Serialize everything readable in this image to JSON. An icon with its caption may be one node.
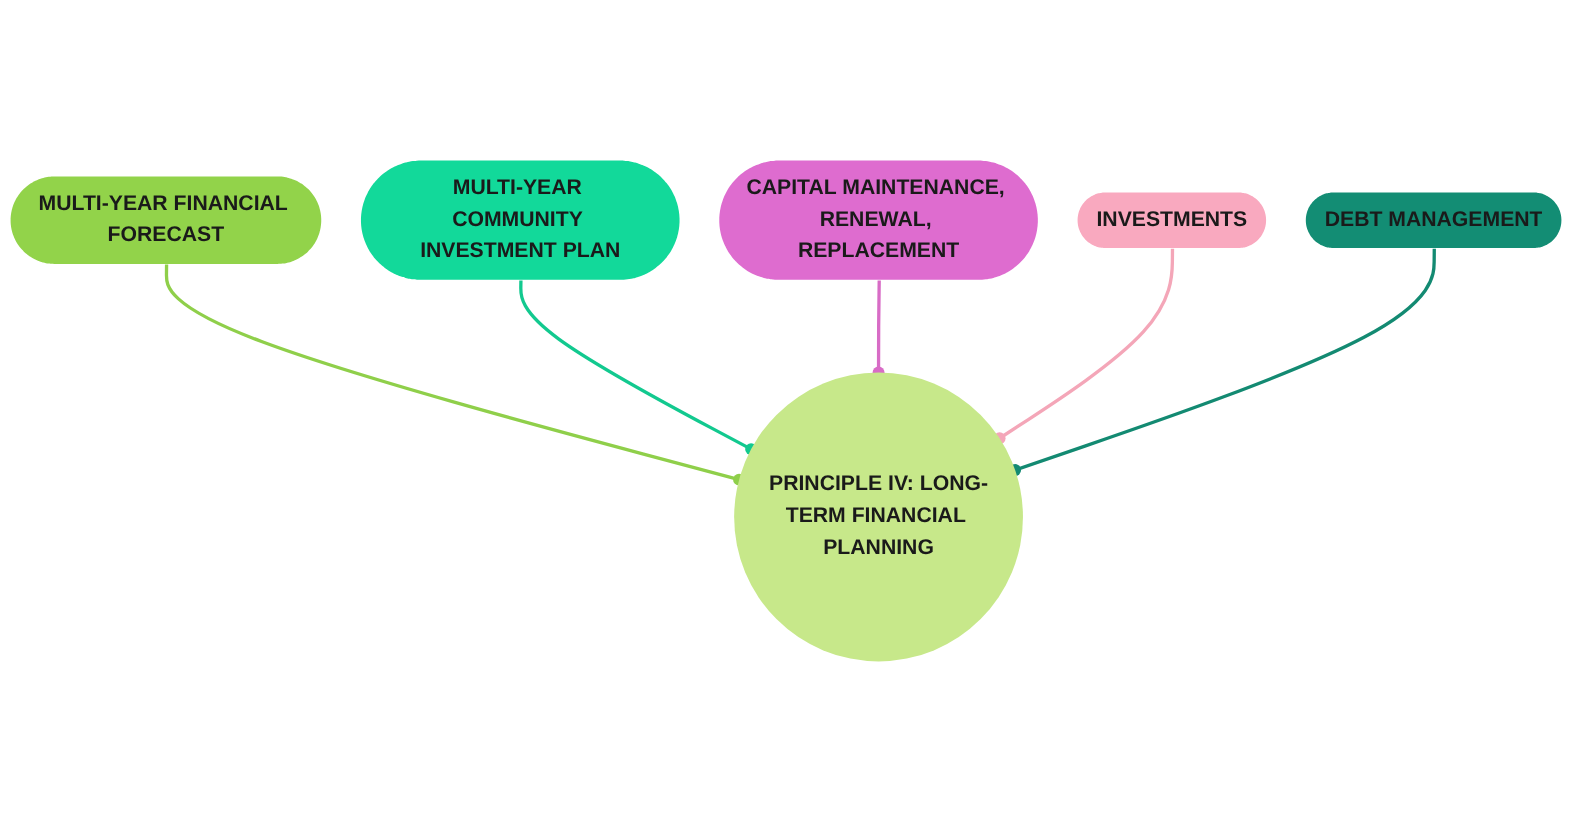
{
  "diagram": {
    "nodes": [
      {
        "text": [
          "MULTI-YEAR FINANCIAL FORECAST"
        ]
      },
      {
        "text": [
          "MULTI-YEAR COMMUNITY INVESTMENT PLAN"
        ]
      },
      {
        "text": [
          "CAPITAL MAINTENANCE, RENEWAL, REPLACEMENT"
        ]
      },
      {
        "text": [
          "INVESTMENTS"
        ]
      },
      {
        "text": [
          "DEBT MANAGEMENT"
        ]
      },
      {
        "text": [
          "PRINCIPLE IV: LONG-TERM FINANCIAL PLANNING"
        ]
      }
    ],
    "edges": [
      {
        "from": 0,
        "to": 5,
        "arrow": "other",
        "color": "#8fcf4a"
      },
      {
        "from": 1,
        "to": 5,
        "arrow": "other",
        "color": "#12c98f"
      },
      {
        "from": 2,
        "to": 5,
        "arrow": "other",
        "color": "#d86cc6"
      },
      {
        "from": 3,
        "to": 5,
        "arrow": "other",
        "color": "#f4a6b8"
      },
      {
        "from": 4,
        "to": 5,
        "arrow": "other",
        "color": "#138a72"
      }
    ]
  }
}
